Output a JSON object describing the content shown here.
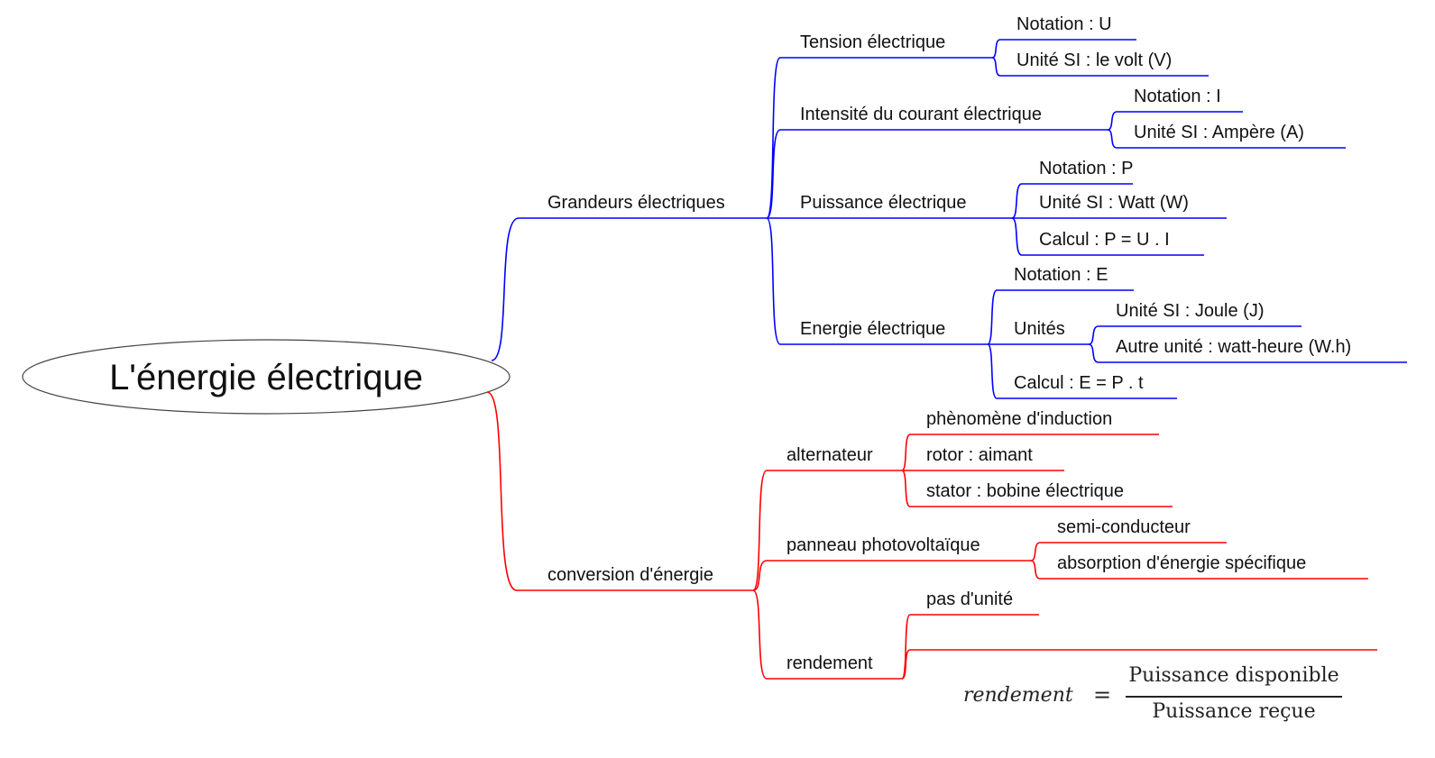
{
  "root": "L'énergie électrique",
  "colors": {
    "grandeurs": "#0000ff",
    "conversion": "#ff0000"
  },
  "branches": [
    {
      "label": "Grandeurs électriques",
      "children": [
        {
          "label": "Tension électrique",
          "children": [
            {
              "label": "Notation : U"
            },
            {
              "label": "Unité SI : le volt (V)"
            }
          ]
        },
        {
          "label": "Intensité du courant électrique",
          "children": [
            {
              "label": "Notation : I"
            },
            {
              "label": "Unité SI : Ampère (A)"
            }
          ]
        },
        {
          "label": "Puissance électrique",
          "children": [
            {
              "label": "Notation : P"
            },
            {
              "label": "Unité SI : Watt (W)"
            },
            {
              "label": "Calcul : P = U . I"
            }
          ]
        },
        {
          "label": "Energie électrique",
          "children": [
            {
              "label": "Notation : E"
            },
            {
              "label": "Unités",
              "children": [
                {
                  "label": "Unité SI : Joule (J)"
                },
                {
                  "label": "Autre unité : watt-heure (W.h)"
                }
              ]
            },
            {
              "label": "Calcul : E = P . t"
            }
          ]
        }
      ]
    },
    {
      "label": "conversion d'énergie",
      "children": [
        {
          "label": "alternateur",
          "children": [
            {
              "label": "phènomène d'induction"
            },
            {
              "label": "rotor : aimant"
            },
            {
              "label": "stator : bobine électrique"
            }
          ]
        },
        {
          "label": "panneau photovoltaïque",
          "children": [
            {
              "label": "semi-conducteur"
            },
            {
              "label": "absorption d'énergie spécifique"
            }
          ]
        },
        {
          "label": "rendement",
          "children": [
            {
              "label": "pas d'unité"
            },
            {
              "label": ""
            }
          ]
        }
      ]
    }
  ],
  "formula": {
    "variable": "rendement",
    "equals": "=",
    "numerator": "Puissance disponible",
    "denominator": "Puissance reçue"
  }
}
